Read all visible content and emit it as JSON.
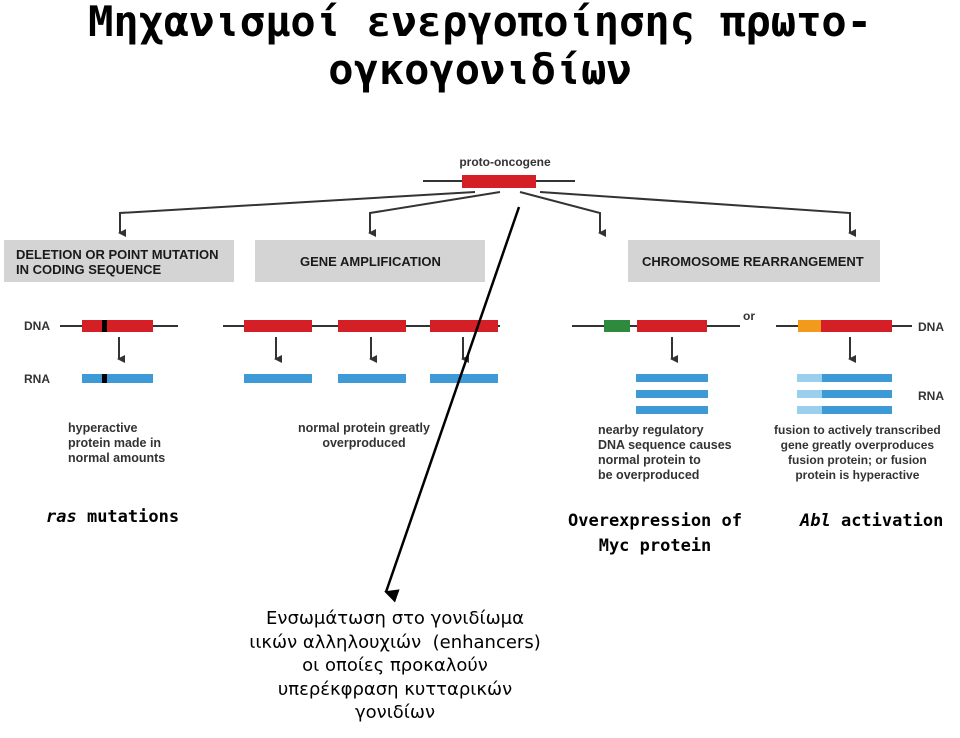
{
  "title": {
    "line1": "Μηχανισμοί ενεργοποίησης πρωτο-",
    "line2": "ογκογονιδίων"
  },
  "diagram": {
    "top_gene_label": "proto-oncogene",
    "branches": [
      {
        "banner_line1": "DELETION OR POINT MUTATION",
        "banner_line2": "IN CODING SEQUENCE",
        "note": [
          "hyperactive",
          "protein made in",
          "normal amounts"
        ]
      },
      {
        "banner_line1": "GENE AMPLIFICATION",
        "note": [
          "normal protein greatly",
          "overproduced"
        ]
      },
      {
        "banner_line1": "CHROMOSOME REARRANGEMENT",
        "note_left": [
          "nearby regulatory",
          "DNA sequence causes",
          "normal protein to",
          "be overproduced"
        ],
        "note_right": [
          "fusion to actively transcribed",
          "gene greatly overproduces",
          "fusion protein; or fusion",
          "protein is hyperactive"
        ],
        "or_label": "or"
      }
    ],
    "dna_label": "DNA",
    "rna_label": "RNA",
    "colors": {
      "gene": "#d51f27",
      "rna": "#3d9ad6",
      "rna_light": "#9ad0ee",
      "regulatory": "#2e8b3e",
      "fusion": "#f29a1c",
      "banner": "#d4d4d4",
      "mutation_mark": "#000000"
    }
  },
  "captions": {
    "ras_italic": "ras",
    "ras_rest": " mutations",
    "myc_line1": "Overexpression of",
    "myc_line2": "Myc protein",
    "abl_italic": "Abl",
    "abl_rest": " activation"
  },
  "bottom_note": [
    "Ενσωμάτωση στο γονιδίωμα",
    "ιικών αλληλουχιών  (enhancers)",
    "οι οποίες προκαλούν",
    "υπερέκφραση κυτταρικών",
    "γονιδίων"
  ]
}
